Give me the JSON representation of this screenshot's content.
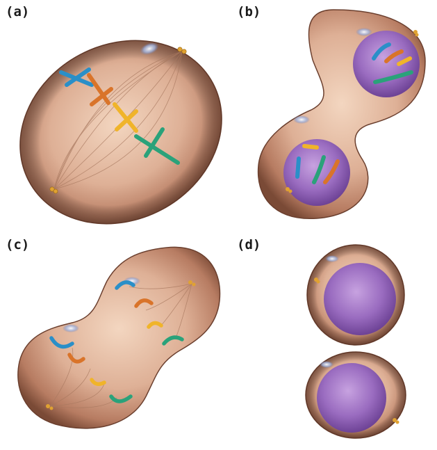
{
  "panels": {
    "a": {
      "label": "(a)"
    },
    "b": {
      "label": "(b)"
    },
    "c": {
      "label": "(c)"
    },
    "d": {
      "label": "(d)"
    }
  },
  "colors": {
    "cytoplasm_light": "#e8c2a6",
    "cytoplasm_dark": "#8a5a45",
    "nucleus": "#9b6fc0",
    "chromosome_blue": "#2a8fc8",
    "chromosome_orange": "#d9742a",
    "chromosome_yellow": "#f0b42a",
    "chromosome_green": "#2aa27a",
    "centrosome": "#e0a232"
  }
}
